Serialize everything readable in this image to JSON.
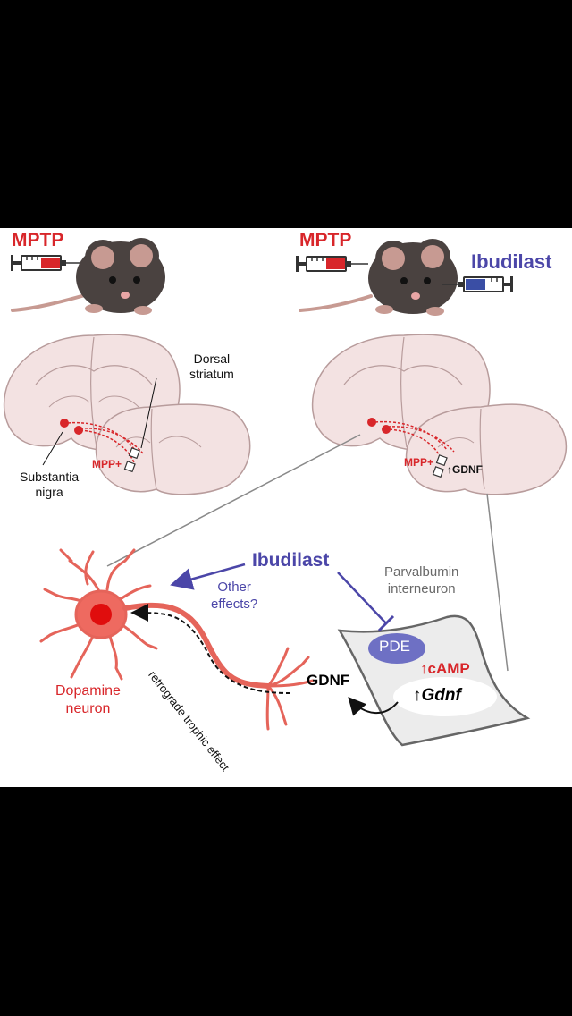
{
  "left_panel": {
    "drug": "MPTP",
    "region_upper": [
      "Dorsal",
      "striatum"
    ],
    "region_lower": [
      "Substantia",
      "nigra"
    ],
    "toxin": "MPP+"
  },
  "right_panel": {
    "drug": "MPTP",
    "treatment": "Ibudilast",
    "toxin": "MPP+",
    "gdnf_label": "↑GDNF"
  },
  "mechanism": {
    "drug": "Ibudilast",
    "other_effects": [
      "Other",
      "effects?"
    ],
    "interneuron": [
      "Parvalbumin",
      "interneuron"
    ],
    "enzyme": "PDE",
    "camp": "↑cAMP",
    "gene_arrow": "↑",
    "gene": "Gdnf",
    "factor": "GDNF",
    "retrograde": "retrograde trophic effect",
    "neuron": [
      "Dopamine",
      "neuron"
    ]
  },
  "colors": {
    "red": "#d8262a",
    "blue": "#4b46a8",
    "brain": "#f3e2e2",
    "mouse": "#4a4240"
  }
}
